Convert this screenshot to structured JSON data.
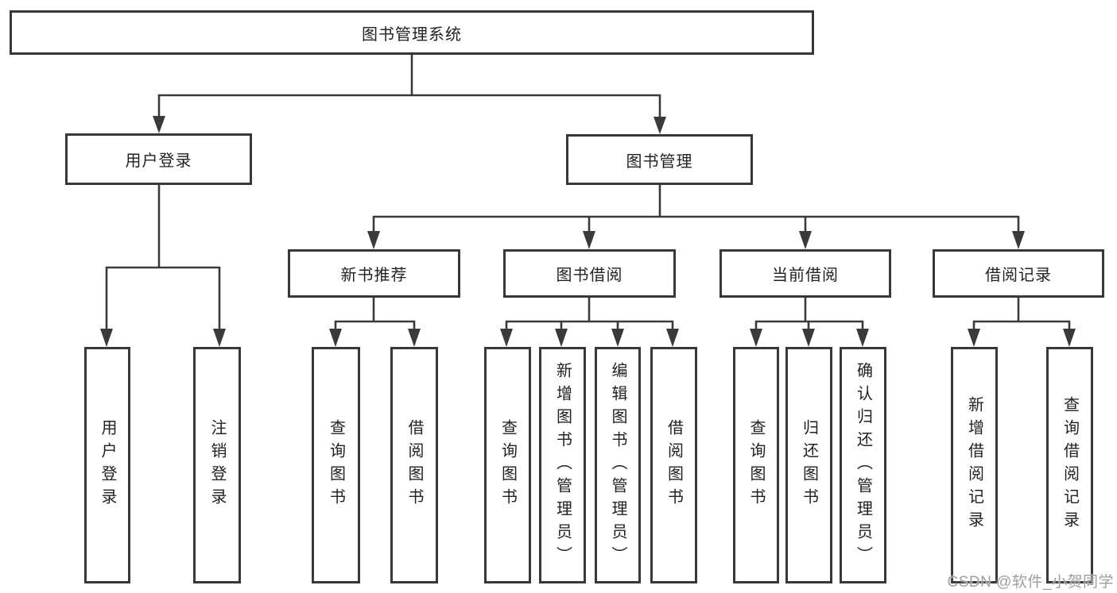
{
  "diagram_type": "hierarchy-tree",
  "colors": {
    "background": "#ffffff",
    "box_border": "#383838",
    "connector": "#3a3a3a",
    "text": "#222222",
    "watermark": "#9e9e9e"
  },
  "tree": {
    "root": {
      "label": "图书管理系统"
    },
    "l2": [
      {
        "label": "用户登录",
        "leaves": [
          {
            "label": "用户登录"
          },
          {
            "label": "注销登录"
          }
        ]
      },
      {
        "label": "图书管理",
        "l3": [
          {
            "label": "新书推荐",
            "leaves": [
              {
                "label": "查询图书"
              },
              {
                "label": "借阅图书"
              }
            ]
          },
          {
            "label": "图书借阅",
            "leaves": [
              {
                "label": "查询图书"
              },
              {
                "label": "新增图书（管理员）"
              },
              {
                "label": "编辑图书（管理员）"
              },
              {
                "label": "借阅图书"
              }
            ]
          },
          {
            "label": "当前借阅",
            "leaves": [
              {
                "label": "查询图书"
              },
              {
                "label": "归还图书"
              },
              {
                "label": "确认归还（管理员）"
              }
            ]
          },
          {
            "label": "借阅记录",
            "leaves": [
              {
                "label": "新增借阅记录"
              },
              {
                "label": "查询借阅记录"
              }
            ]
          }
        ]
      }
    ]
  },
  "watermark": {
    "text": "CSDN @软件_小贺同学"
  }
}
